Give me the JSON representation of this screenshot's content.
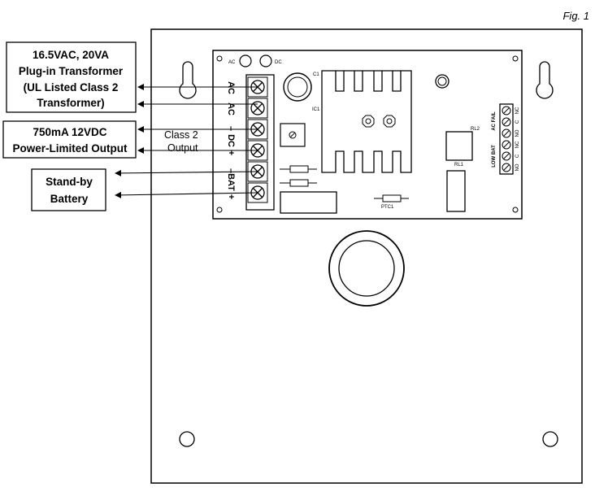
{
  "figure_label": "Fig. 1",
  "boxes": {
    "transformer": [
      "16.5VAC, 20VA",
      "Plug-in Transformer",
      "(UL Listed Class 2",
      "Transformer)"
    ],
    "output": [
      "750mA 12VDC",
      "Power-Limited Output"
    ],
    "battery": [
      "Stand-by",
      "Battery"
    ]
  },
  "class2": [
    "Class 2",
    "Output"
  ],
  "terminal_labels": {
    "ac1": "AC",
    "ac2": "AC",
    "dc_minus": "–",
    "dc": "DC",
    "dc_plus": "+",
    "bat_minus": "–",
    "bat": "BAT",
    "bat_plus": "+"
  },
  "board": {
    "led_ac": "AC",
    "led_dc": "DC",
    "c1": "C1",
    "ic1": "IC1",
    "rl2": "RL2",
    "rl1": "RL1",
    "ptc1": "PTC1",
    "ac_fail": "AC FAIL",
    "low_bat": "LOW BAT",
    "relay_pins": [
      "NC",
      "C",
      "NO",
      "NC",
      "C",
      "NO"
    ]
  }
}
